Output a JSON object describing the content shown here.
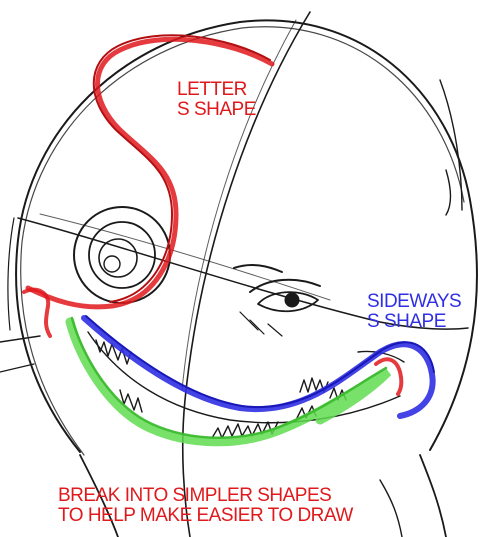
{
  "colors": {
    "ink": "#1a1a1a",
    "red": "#e0191c",
    "blue": "#2f2fe3",
    "green": "#5fdc4f",
    "background": "#ffffff"
  },
  "labels": {
    "letter_s": {
      "line1": "LETTER",
      "line2": "S SHAPE"
    },
    "sideways_s": {
      "line1": "SIDEWAYS",
      "line2": "S SHAPE"
    },
    "instruction": {
      "line1": "BREAK INTO SIMPLER SHAPES",
      "line2": "TO HELP MAKE EASIER TO DRAW"
    }
  }
}
